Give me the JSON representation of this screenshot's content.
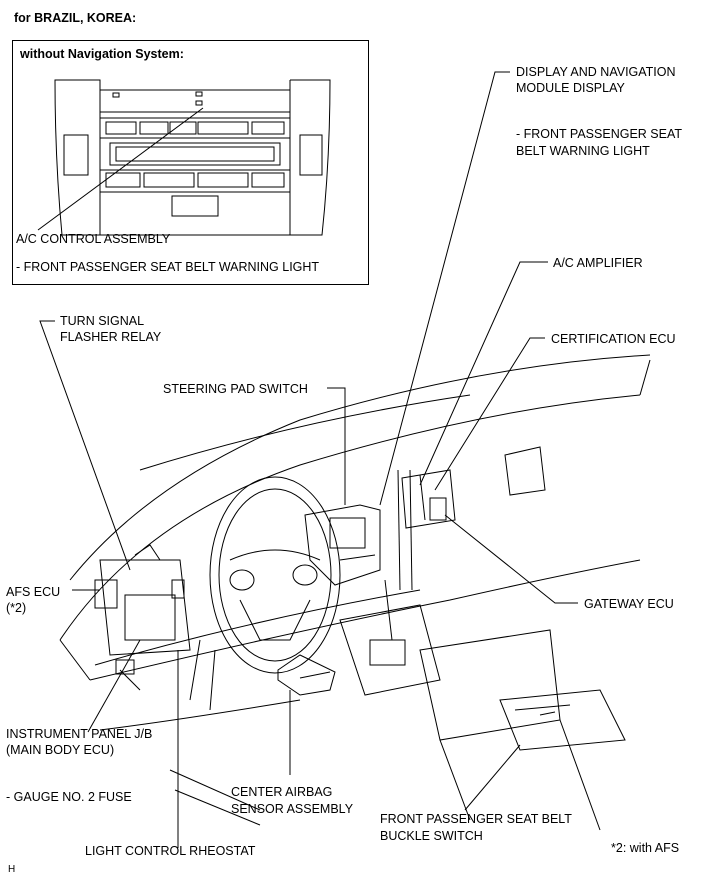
{
  "header": {
    "region": "for BRAZIL, KOREA:"
  },
  "inset": {
    "title": "without Navigation System:",
    "component": "A/C CONTROL ASSEMBLY",
    "sub": "- FRONT PASSENGER SEAT BELT WARNING LIGHT"
  },
  "labels": {
    "display_nav_1": "DISPLAY AND NAVIGATION",
    "display_nav_2": "MODULE DISPLAY",
    "seat_warn_1": "- FRONT PASSENGER SEAT",
    "seat_warn_2": "BELT WARNING LIGHT",
    "ac_amp": "A/C AMPLIFIER",
    "cert_ecu": "CERTIFICATION ECU",
    "turn_1": "TURN SIGNAL",
    "turn_2": "FLASHER RELAY",
    "steering": "STEERING PAD SWITCH",
    "afs_1": "AFS ECU",
    "afs_2": "(*2)",
    "gateway": "GATEWAY ECU",
    "ipjb_1": "INSTRUMENT PANEL J/B",
    "ipjb_2": "(MAIN BODY ECU)",
    "gauge_fuse": "- GAUGE NO. 2 FUSE",
    "airbag_1": "CENTER AIRBAG",
    "airbag_2": "SENSOR ASSEMBLY",
    "buckle_1": "FRONT PASSENGER SEAT BELT",
    "buckle_2": "BUCKLE SWITCH",
    "light_rheo": "LIGHT CONTROL RHEOSTAT",
    "footnote": "*2: with AFS",
    "corner_code": "H"
  }
}
